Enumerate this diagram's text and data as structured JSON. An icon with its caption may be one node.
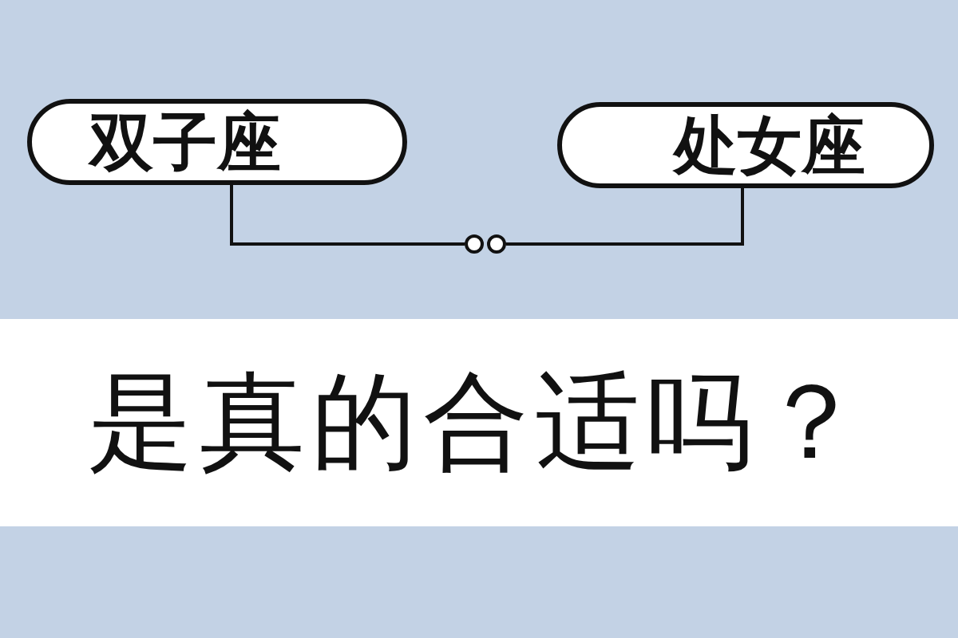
{
  "diagram": {
    "title": "是真的合适吗？",
    "nodes": [
      {
        "text": [
          "双子座"
        ]
      },
      {
        "text": [
          "处女座"
        ]
      },
      {
        "text": [],
        "shape": "circle"
      },
      {
        "text": [],
        "shape": "circle"
      }
    ],
    "edges": [
      {
        "from": 0,
        "to": 2,
        "arrow": "none"
      },
      {
        "from": 3,
        "to": 1,
        "arrow": "none"
      }
    ]
  }
}
